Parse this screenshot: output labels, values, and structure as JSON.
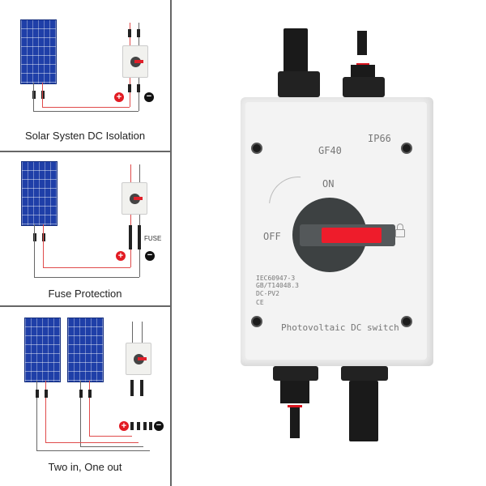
{
  "panels": [
    {
      "caption": "Solar Systen DC Isolation",
      "plus": "+",
      "minus": "−"
    },
    {
      "caption": "Fuse Protection",
      "fuse_label": "FUSE",
      "plus": "+",
      "minus": "−"
    },
    {
      "caption": "Two in, One out",
      "plus": "+",
      "minus": "−"
    }
  ],
  "device": {
    "model": "GF40",
    "rating": "IP66",
    "on_label": "ON",
    "off_label": "OFF",
    "standards": [
      "IEC60947-3",
      "GB/T14048.3",
      "DC-PV2"
    ],
    "marks": "CE",
    "name": "Photovoltaic DC switch",
    "lock_icon": "padlock-icon"
  },
  "colors": {
    "lever_red": "#ee1c2b",
    "knob": "#3d4142",
    "panel_blue": "#1f3fa8",
    "housing": "#f3f3f3"
  }
}
